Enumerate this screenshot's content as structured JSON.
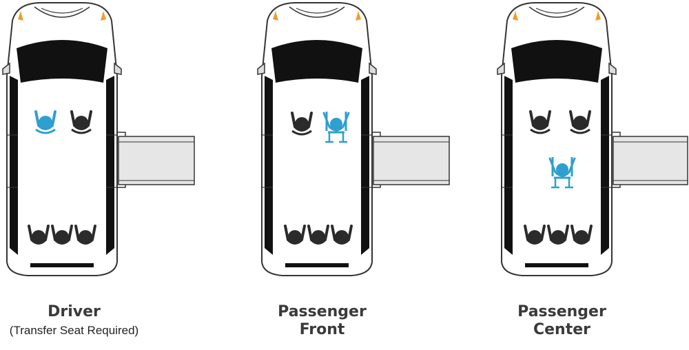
{
  "configurations": [
    {
      "title_lines": [
        "Driver"
      ],
      "subtitle": "(Transfer Seat Required)"
    },
    {
      "title_lines": [
        "Passenger",
        "Front"
      ],
      "subtitle": ""
    },
    {
      "title_lines": [
        "Passenger",
        "Center"
      ],
      "subtitle": ""
    }
  ],
  "colors": {
    "highlight": "#2e9fcf",
    "passenger": "#2b2b2b",
    "body_outline": "#333333",
    "glass": "#111111",
    "ramp_fill": "#e6e6e6",
    "signal_light": "#f39c2b"
  },
  "icons": {
    "seated_passenger": "seated-person-icon",
    "wheelchair_user": "wheelchair-person-icon"
  }
}
